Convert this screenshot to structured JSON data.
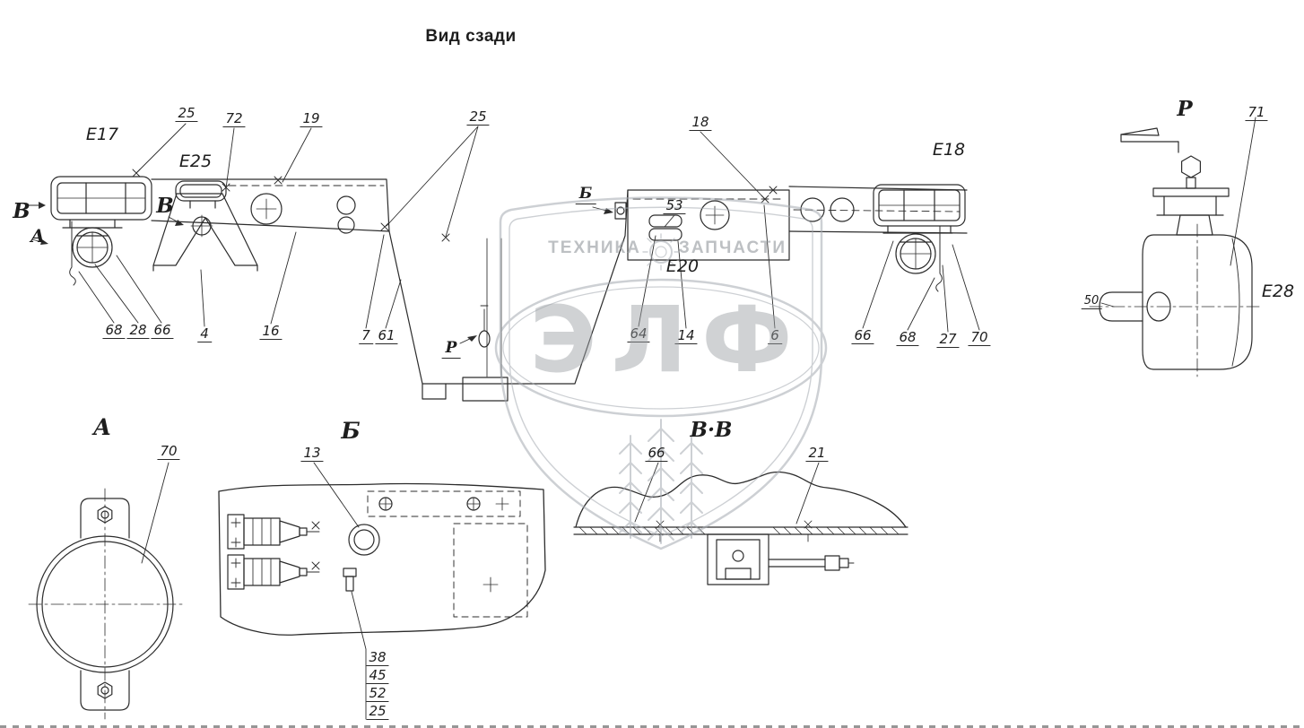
{
  "page": {
    "title": "Вид сзади"
  },
  "watermark": {
    "brand": "ЭЛФ",
    "left": "ТЕХНИКА",
    "right": "ЗАПЧАСТИ"
  },
  "main_view": {
    "unit_labels": {
      "e17": "E17",
      "e25": "E25",
      "e20": "E20",
      "e18": "E18"
    },
    "view_marks": {
      "b_edge": "В",
      "a_edge": "А",
      "b_inner": "В",
      "b_cut": "Б",
      "p_arrow": "Р"
    },
    "callouts_top": {
      "n25_left": "25",
      "n72": "72",
      "n19": "19",
      "n25_mid": "25",
      "n18": "18",
      "n53": "53"
    },
    "callouts_bottom": {
      "n68_left": "68",
      "n28": "28",
      "n66_left": "66",
      "n4": "4",
      "n16": "16",
      "n7": "7",
      "n61": "61",
      "n64": "64",
      "n14": "14",
      "n6": "6",
      "n66_right": "66",
      "n68_right": "68",
      "n27": "27",
      "n70": "70"
    }
  },
  "detail_p": {
    "view_mark": "Р",
    "n71": "71",
    "n50": "50",
    "unit_label": "E28"
  },
  "section_a": {
    "title": "А",
    "n70": "70"
  },
  "section_b": {
    "title": "Б",
    "n13": "13",
    "stack": [
      "38",
      "45",
      "52",
      "25"
    ]
  },
  "section_vv": {
    "title": "В·В",
    "n66": "66",
    "n21": "21"
  }
}
